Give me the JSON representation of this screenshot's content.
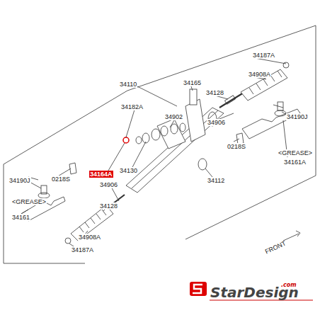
{
  "diagram": {
    "labels": [
      "34187A",
      "34908A",
      "34165",
      "34128",
      "34906",
      "34190J",
      "<GREASE>",
      "34161A",
      "0218S",
      "34182A",
      "34902",
      "34110",
      "34130",
      "34112",
      "34164A",
      "34906",
      "34128",
      "0218S",
      "34190J",
      "<GREASE>",
      "34161",
      "34908A",
      "34187A",
      "FRONT",
      "StarDesign",
      ".com"
    ]
  }
}
